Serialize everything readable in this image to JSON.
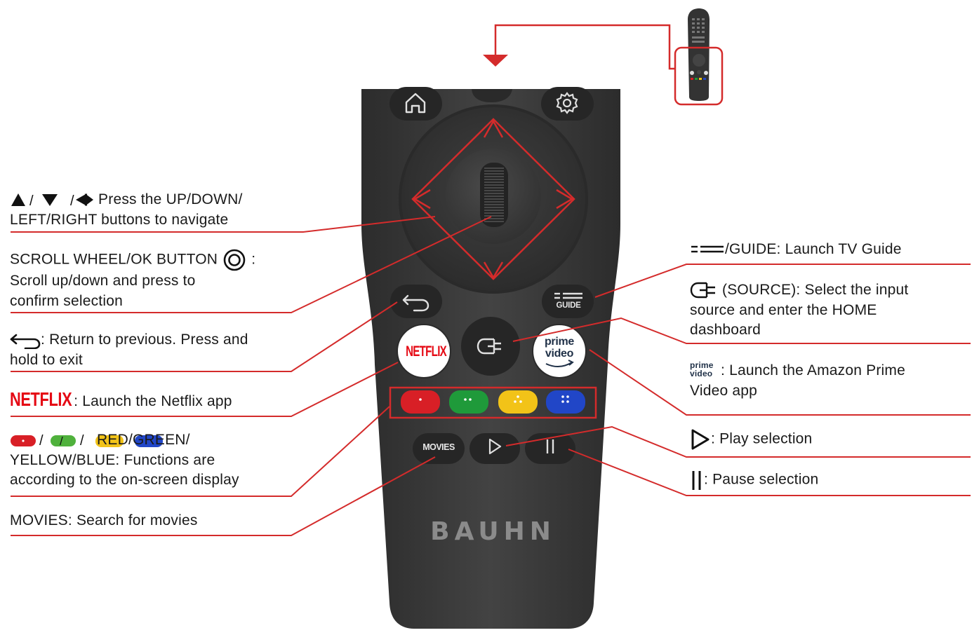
{
  "brand": "BAUHN",
  "buttons": {
    "guide_label": "GUIDE",
    "movies_label": "MOVIES",
    "netflix_label": "NETFLIX",
    "prime_label_1": "prime",
    "prime_label_2": "video"
  },
  "callouts": {
    "nav_line1": "Press the UP/DOWN/",
    "nav_line2": "LEFT/RIGHT buttons to navigate",
    "scroll_line1": "SCROLL WHEEL/OK BUTTON",
    "scroll_line2": "Scroll up/down and press to",
    "scroll_line3": "confirm selection",
    "back_line1": ": Return to previous. Press and",
    "back_line2": "hold to exit",
    "netflix_word": "NETFLIX",
    "netflix_text": ": Launch the Netflix app",
    "color_line1": "RED/GREEN/",
    "color_line2": "YELLOW/BLUE: Functions are",
    "color_line3": "according to the on-screen display",
    "movies_text": "MOVIES: Search for movies",
    "guide_text": "/GUIDE: Launch TV Guide",
    "source_line1": "(SOURCE): Select the input",
    "source_line2": "source and enter the HOME",
    "source_line3": "dashboard",
    "prime_line1": ": Launch the Amazon Prime",
    "prime_line2": "Video app",
    "prime_icon_1": "prime",
    "prime_icon_2": "video",
    "play_text": ": Play selection",
    "pause_text": ": Pause selection"
  },
  "icons": [
    "home-icon",
    "gear-icon",
    "back-arrow-icon",
    "source-icon",
    "guide-icon",
    "play-icon",
    "pause-icon",
    "up-arrow-icon",
    "down-arrow-icon",
    "left-arrow-icon",
    "right-arrow-icon",
    "ok-button-icon"
  ],
  "colors": {
    "accent_red": "#d42b2b",
    "remote_body": "#3b3b3b",
    "red_key": "#d81f26",
    "green_key": "#1f9a3a",
    "yellow_key": "#f2c318",
    "blue_key": "#2146c7"
  }
}
